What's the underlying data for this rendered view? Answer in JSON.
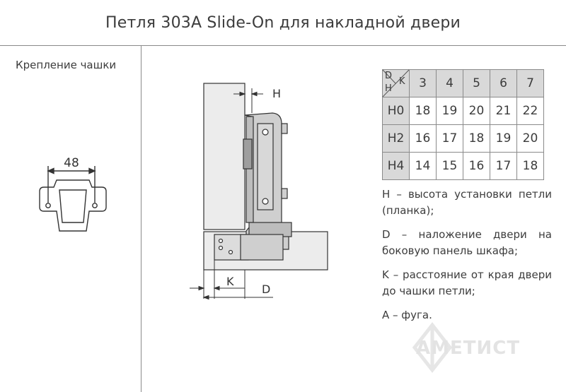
{
  "title": "Петля 303A Slide-On для накладной двери",
  "section_label": "Крепление чашки",
  "cup_dimension": "48",
  "labels": {
    "H": "H",
    "K": "K",
    "D": "D"
  },
  "table": {
    "corner": {
      "top": "D",
      "right": "K",
      "bottom": "H"
    },
    "columns": [
      "3",
      "4",
      "5",
      "6",
      "7"
    ],
    "rows": [
      {
        "label": "H0",
        "values": [
          "18",
          "19",
          "20",
          "21",
          "22"
        ]
      },
      {
        "label": "H2",
        "values": [
          "16",
          "17",
          "18",
          "19",
          "20"
        ]
      },
      {
        "label": "H4",
        "values": [
          "14",
          "15",
          "16",
          "17",
          "18"
        ]
      }
    ]
  },
  "notes": [
    "H – высота установки петли (планка);",
    "D – наложение двери на боковую панель шкафа;",
    "K – расстояние от края двери до чашки петли;",
    "A – фуга."
  ],
  "watermark": "АМЕТИСТ"
}
